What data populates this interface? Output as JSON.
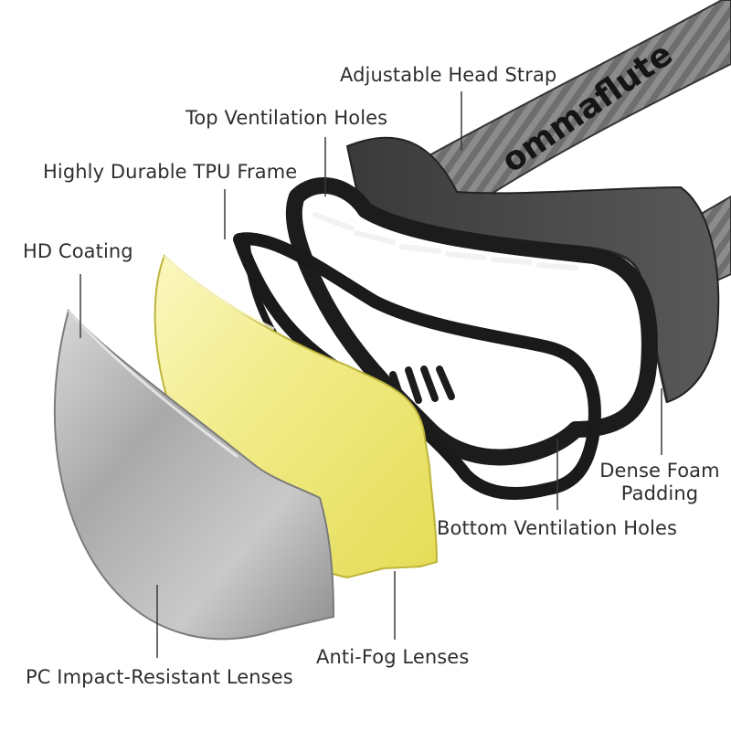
{
  "labels": {
    "head_strap": "Adjustable Head Strap",
    "top_vent": "Top Ventilation Holes",
    "tpu_frame": "Highly Durable TPU Frame",
    "hd_coating": "HD Coating",
    "foam_line1": "Dense Foam",
    "foam_line2": "Padding",
    "bottom_vent": "Bottom Ventilation Holes",
    "anti_fog": "Anti-Fog Lenses",
    "pc_lens": "PC Impact-Resistant Lenses"
  },
  "strap_text": "ommaflute",
  "colors": {
    "background": "#ffffff",
    "label_text": "#2e2e2e",
    "leader_line": "#3a3a3a",
    "silver_lens": "#a9a9a9",
    "yellow_lens": "#eee873",
    "frame_black": "#1c1c1c",
    "foam_gray": "#4a4a4a",
    "strap_gray": "#8a8a8a"
  }
}
